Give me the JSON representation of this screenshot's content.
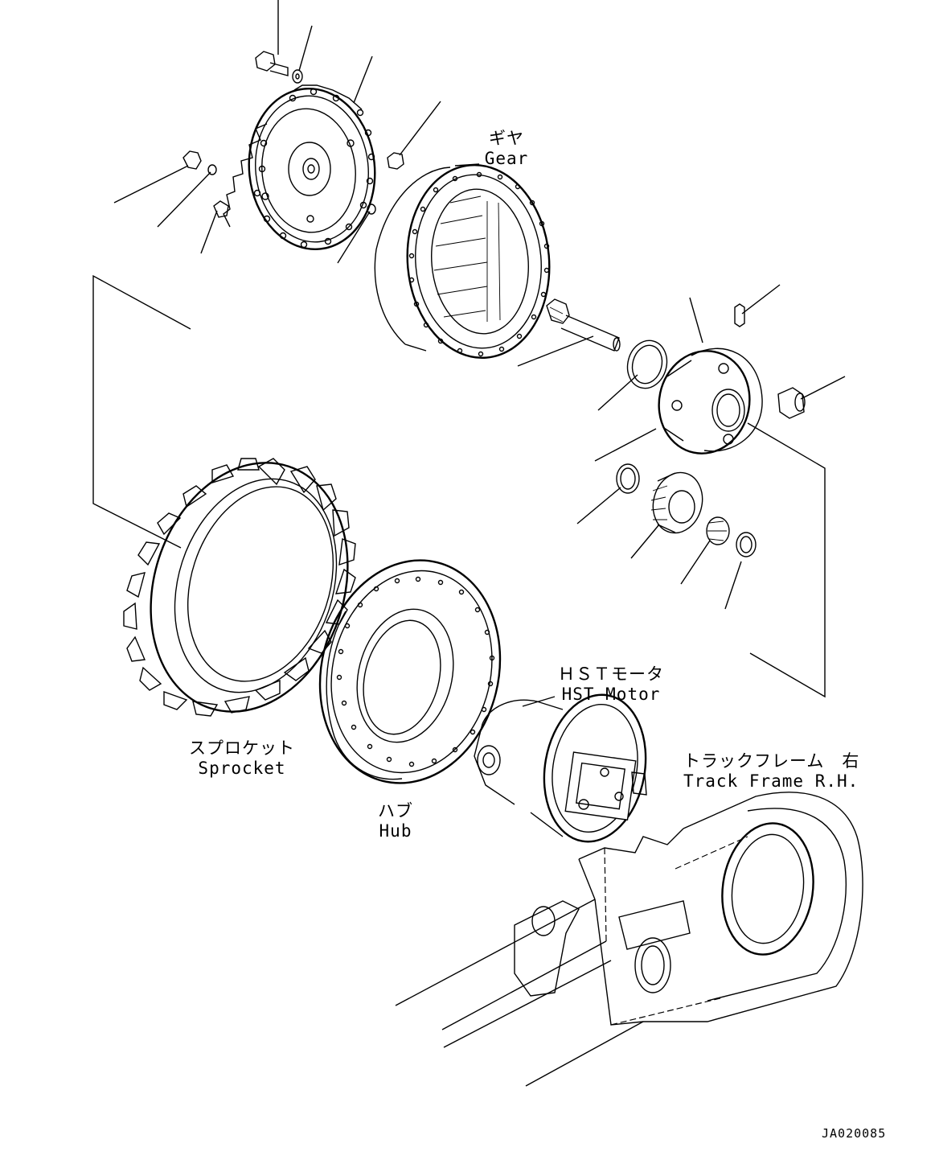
{
  "labels": {
    "gear": {
      "ja": "ギヤ",
      "en": "Gear"
    },
    "sprocket": {
      "ja": "スプロケット",
      "en": "Sprocket"
    },
    "hub": {
      "ja": "ハブ",
      "en": "Hub"
    },
    "hst_motor": {
      "ja": "ＨＳＴモータ",
      "en": "HST Motor"
    },
    "track_frame": {
      "ja": "トラックフレーム　右",
      "en": "Track Frame R.H."
    }
  },
  "drawing_ref": "JA020085"
}
